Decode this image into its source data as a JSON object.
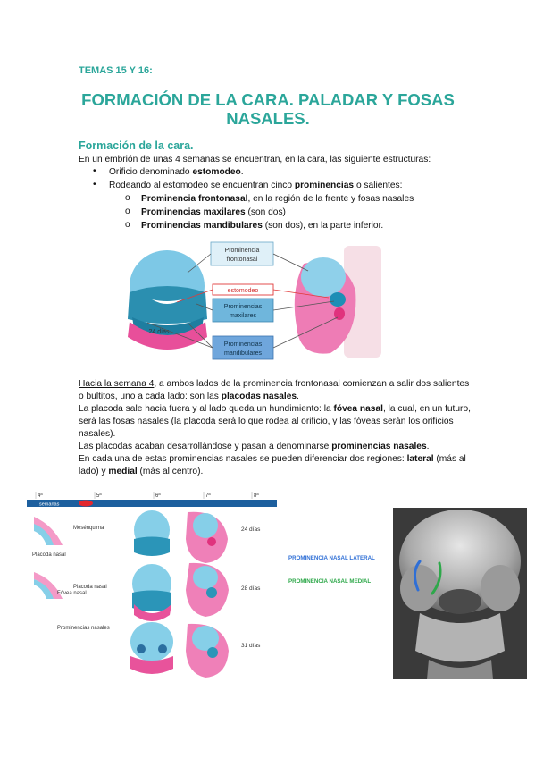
{
  "header": {
    "temas": "TEMAS 15 Y 16:",
    "title_line1": "FORMACIÓN DE LA CARA. PALADAR Y FOSAS",
    "title_line2": "NASALES."
  },
  "section": {
    "subtitle": "Formación de la cara.",
    "intro": "En un embrión de unas 4 semanas se encuentran, en la cara, las siguiente estructuras:",
    "bullet1_pre": "Orificio denominado ",
    "bullet1_bold": "estomodeo",
    "bullet1_post": ".",
    "bullet2_pre": "Rodeando al estomodeo se encuentran cinco ",
    "bullet2_bold": "prominencias",
    "bullet2_post": " o salientes:",
    "sub1_bold": "Prominencia frontonasal",
    "sub1_post": ", en la región de la frente y fosas nasales",
    "sub2_bold": "Prominencias maxilares",
    "sub2_post": " (son dos)",
    "sub3_bold": "Prominencias mandibulares",
    "sub3_post": " (son dos), en la parte inferior."
  },
  "figure1": {
    "label_frontonasal_1": "Prominencia",
    "label_frontonasal_2": "frontonasal",
    "label_estomodeo": "estomodeo",
    "label_maxilares_1": "Prominencias",
    "label_maxilares_2": "maxilares",
    "label_mandibulares_1": "Prominencias",
    "label_mandibulares_2": "mandibulares",
    "label_days": "24 días"
  },
  "paragraph": {
    "p1_underline": "Hacia la semana 4",
    "p1_a": ", a ambos lados de la prominencia frontonasal comienzan a salir dos salientes o bultitos, uno a cada lado: son las ",
    "p1_bold": "placodas nasales",
    "p1_b": ".",
    "p2_a": "La placoda sale hacia fuera y al lado queda un hundimiento: la ",
    "p2_bold": "fóvea nasal",
    "p2_b": ", la cual, en un futuro, será las fosas nasales (la placoda será lo que rodea al orificio, y las fóveas serán los orificios nasales).",
    "p3_a": "Las placodas acaban desarrollándose y pasan a denominarse ",
    "p3_bold": "prominencias nasales",
    "p3_b": ".",
    "p4_a": "En cada una de estas prominencias nasales se pueden diferenciar dos regiones: ",
    "p4_bold1": "lateral",
    "p4_b": " (más al lado) y ",
    "p4_bold2": "medial",
    "p4_c": " (más al centro)."
  },
  "figure2": {
    "week_4": "4ª",
    "week_5": "5ª",
    "week_6": "6ª",
    "week_7": "7ª",
    "week_8": "8ª",
    "semanas": "semanas",
    "label_mesenquima": "Mesénquima",
    "label_placoda1": "Placoda nasal",
    "label_placoda2": "Placoda nasal",
    "label_fovea": "Fóvea nasal",
    "label_prominencias": "Prominencias nasales",
    "day_24": "24 días",
    "day_28": "28 días",
    "day_31": "31 días"
  },
  "figure3": {
    "legend_lateral": "PROMINENCIA NASAL LATERAL",
    "legend_medial": "PROMINENCIA NASAL MEDIAL",
    "color_lateral": "#2f6fd6",
    "color_medial": "#2ea84a"
  }
}
